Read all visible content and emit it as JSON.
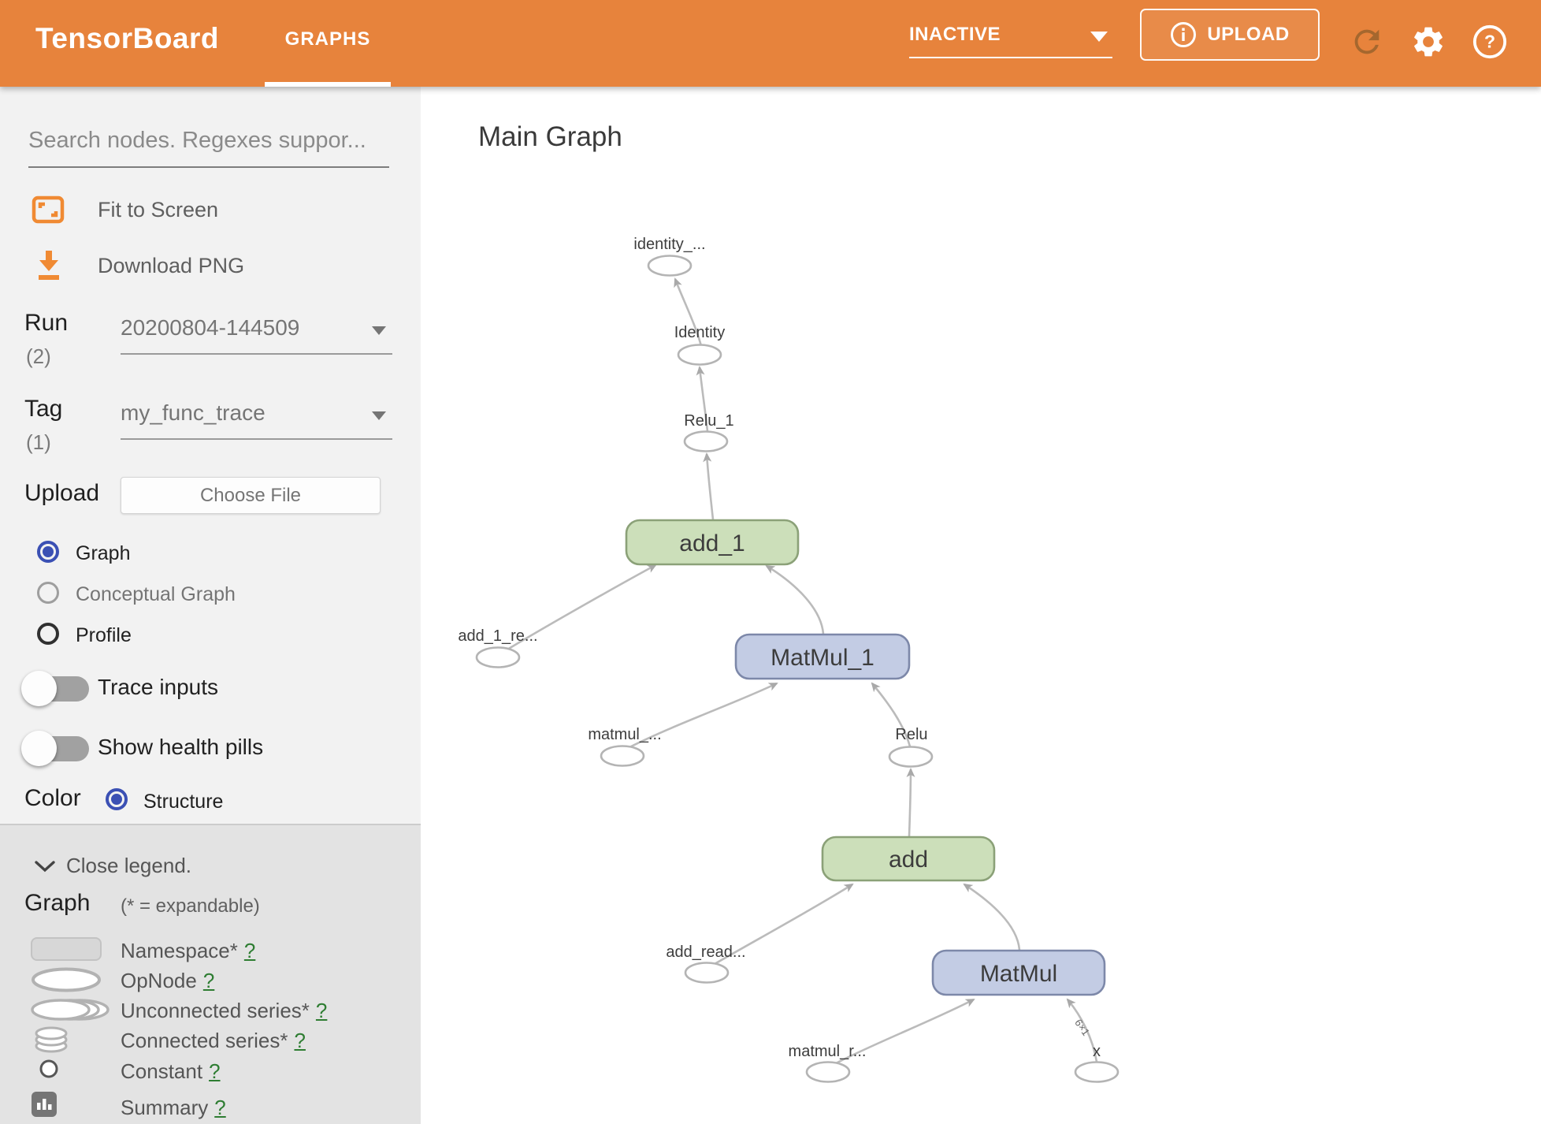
{
  "header": {
    "app_title": "TensorBoard",
    "tab_graphs": "GRAPHS",
    "status_dropdown": "INACTIVE",
    "upload_label": "UPLOAD"
  },
  "sidebar": {
    "search_placeholder": "Search nodes. Regexes suppor...",
    "fit_label": "Fit to Screen",
    "download_label": "Download PNG",
    "run": {
      "label": "Run",
      "count": "(2)",
      "value": "20200804-144509"
    },
    "tag": {
      "label": "Tag",
      "count": "(1)",
      "value": "my_func_trace"
    },
    "upload": {
      "label": "Upload",
      "button": "Choose File"
    },
    "views": [
      {
        "label": "Graph",
        "selected": true
      },
      {
        "label": "Conceptual Graph",
        "selected": false
      },
      {
        "label": "Profile",
        "selected": false
      }
    ],
    "toggles": [
      {
        "label": "Trace inputs",
        "on": false
      },
      {
        "label": "Show health pills",
        "on": false
      }
    ],
    "color": {
      "label": "Color",
      "option": "Structure",
      "selected": true
    },
    "legend": {
      "close_label": "Close legend.",
      "heading": "Graph",
      "expandable_note": "(* = expandable)",
      "items": [
        {
          "label": "Namespace*",
          "help": "?"
        },
        {
          "label": "OpNode",
          "help": "?"
        },
        {
          "label": "Unconnected series*",
          "help": "?"
        },
        {
          "label": "Connected series*",
          "help": "?"
        },
        {
          "label": "Constant",
          "help": "?"
        },
        {
          "label": "Summary",
          "help": "?"
        }
      ]
    }
  },
  "main": {
    "title": "Main Graph",
    "graph": {
      "nodes": [
        {
          "label": "identity_...",
          "shape": "ellipse"
        },
        {
          "label": "Identity",
          "shape": "ellipse"
        },
        {
          "label": "Relu_1",
          "shape": "ellipse"
        },
        {
          "label": "add_1",
          "shape": "rect",
          "color": "green"
        },
        {
          "label": "add_1_re...",
          "shape": "ellipse"
        },
        {
          "label": "MatMul_1",
          "shape": "rect",
          "color": "blue"
        },
        {
          "label": "matmul_...",
          "shape": "ellipse"
        },
        {
          "label": "Relu",
          "shape": "ellipse"
        },
        {
          "label": "add",
          "shape": "rect",
          "color": "green"
        },
        {
          "label": "add_read...",
          "shape": "ellipse"
        },
        {
          "label": "MatMul",
          "shape": "rect",
          "color": "blue"
        },
        {
          "label": "matmul_r...",
          "shape": "ellipse"
        },
        {
          "label": "x",
          "shape": "ellipse"
        }
      ],
      "edges": [
        {
          "from": "Identity",
          "to": "identity_..."
        },
        {
          "from": "Relu_1",
          "to": "Identity"
        },
        {
          "from": "add_1",
          "to": "Relu_1"
        },
        {
          "from": "add_1_re...",
          "to": "add_1"
        },
        {
          "from": "MatMul_1",
          "to": "add_1"
        },
        {
          "from": "matmul_...",
          "to": "MatMul_1"
        },
        {
          "from": "Relu",
          "to": "MatMul_1"
        },
        {
          "from": "add",
          "to": "Relu"
        },
        {
          "from": "add_read...",
          "to": "add"
        },
        {
          "from": "MatMul",
          "to": "add"
        },
        {
          "from": "matmul_r...",
          "to": "MatMul"
        },
        {
          "from": "x",
          "to": "MatMul",
          "shape_label": "6×1"
        }
      ],
      "edge_shape_label": "6×1"
    }
  },
  "colors": {
    "header_orange": "#e7833c",
    "accent_orange": "#f08a33",
    "radio_blue": "#3b50b4",
    "node_green_fill": "#ccdfba",
    "node_green_border": "#8ba178",
    "node_blue_fill": "#c3cce4",
    "node_blue_border": "#7d88a9",
    "edge_gray": "#bbbbbb",
    "help_green": "#2e7d32",
    "sidebar_bg": "#f2f2f2",
    "legend_bg": "#e3e3e3"
  }
}
